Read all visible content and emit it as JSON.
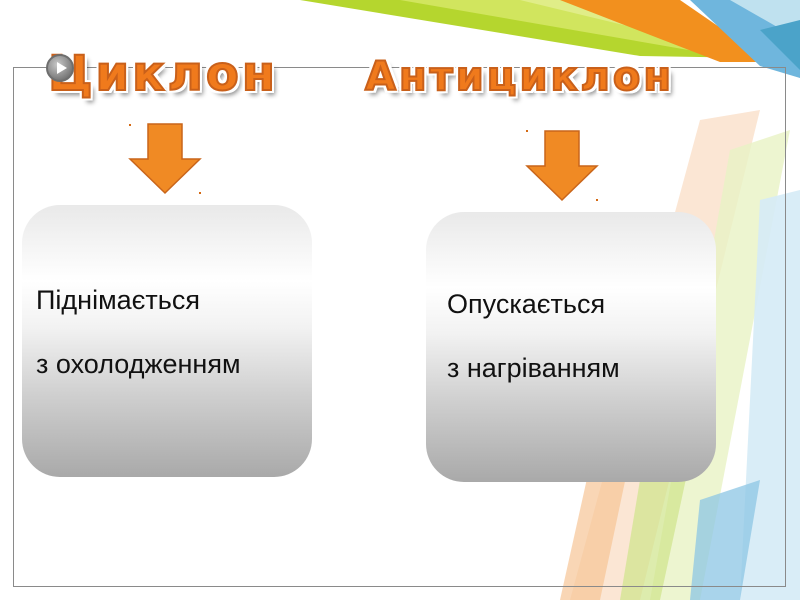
{
  "titles": {
    "cyclone": "Циклон",
    "anticyclone": "Антициклон"
  },
  "cyclone_box": {
    "line1": "Піднімається",
    "line2": "з охолодженням"
  },
  "anticyclone_box": {
    "line1": "Опускається",
    "line2": "з нагріванням"
  },
  "icons": {
    "media": "play-icon",
    "arrows": "arrow-down-icon"
  },
  "colors": {
    "accent_orange": "#f08a24",
    "wordart_orange": "#f07a1c",
    "box_gray": "#a9a9a9",
    "banner_green": "#a6cf2c",
    "banner_blue": "#6fb6dd"
  }
}
